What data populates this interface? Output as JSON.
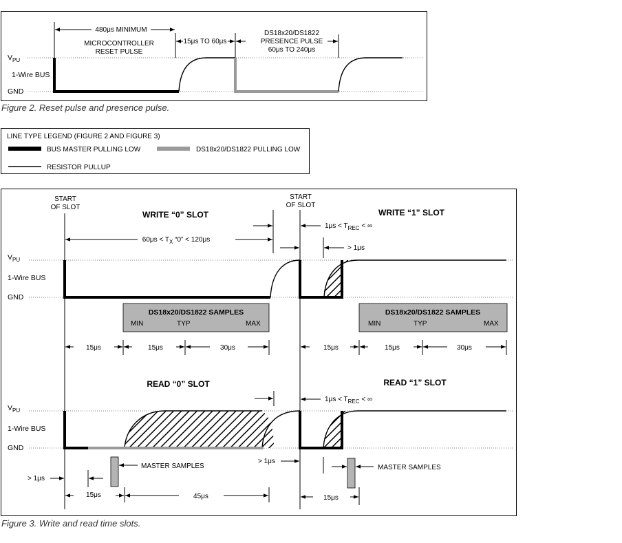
{
  "fig2": {
    "label_480": "480μs MINIMUM",
    "label_mc_1": "MICROCONTROLLER",
    "label_mc_2": "RESET PULSE",
    "label_15_60": "15μs TO 60μs",
    "label_presence_1": "DS18x20/DS1822",
    "label_presence_2": "PRESENCE PULSE",
    "label_presence_3": "60μs TO 240μs",
    "vpu": "V",
    "vpu_sub": "PU",
    "bus": "1-Wire BUS",
    "gnd": "GND",
    "caption": "Figure 2. Reset pulse and presence pulse."
  },
  "legend": {
    "title": "LINE TYPE LEGEND (FIGURE 2 AND FIGURE 3)",
    "master": "BUS MASTER PULLING LOW",
    "slave": "DS18x20/DS1822 PULLING LOW",
    "pullup": "RESISTOR PULLUP"
  },
  "fig3": {
    "start_1": "START",
    "start_2": "OF SLOT",
    "write0": "WRITE “0” SLOT",
    "write1": "WRITE “1” SLOT",
    "read0": "READ “0” SLOT",
    "read1": "READ “1” SLOT",
    "tx_pre": "60μs < T",
    "tx_sub": "X",
    "tx_post": " “0” < 120μs",
    "trec_pre": "1μs < T",
    "trec_sub": "REC",
    "trec_post": " < ∞",
    "gt1": "> 1μs",
    "samples_title": "DS18x20/DS1822 SAMPLES",
    "min": "MIN",
    "typ": "TYP",
    "max": "MAX",
    "t15": "15μs",
    "t30": "30μs",
    "t45": "45μs",
    "master_samples": "MASTER SAMPLES",
    "vpu": "V",
    "vpu_sub": "PU",
    "bus": "1-Wire BUS",
    "gnd": "GND",
    "caption": "Figure 3. Write and read time slots."
  }
}
